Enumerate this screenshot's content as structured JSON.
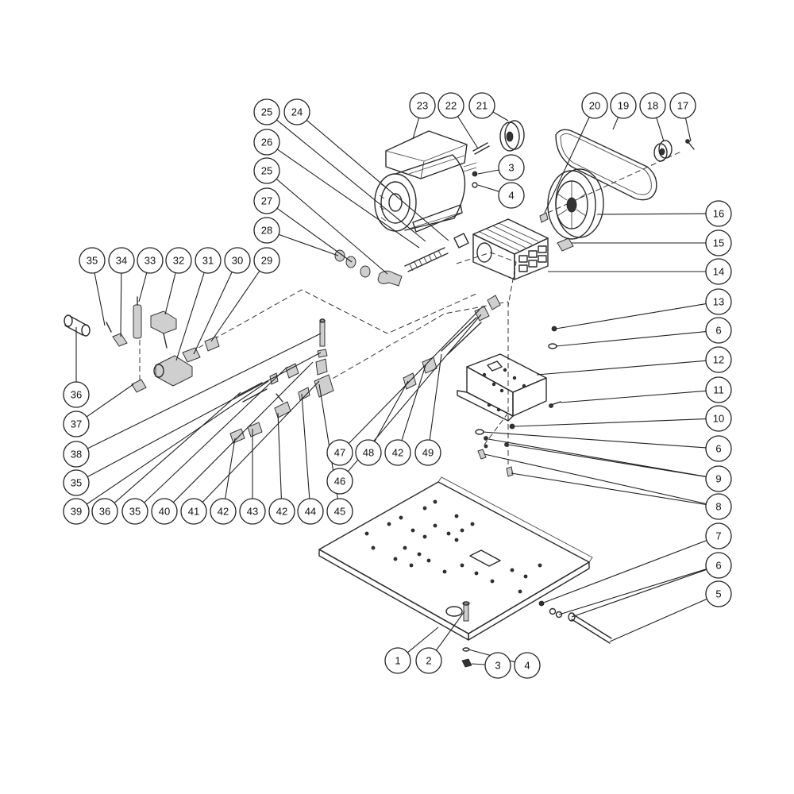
{
  "callouts": [
    {
      "label": "23"
    },
    {
      "label": "22"
    },
    {
      "label": "21"
    },
    {
      "label": "20"
    },
    {
      "label": "19"
    },
    {
      "label": "18"
    },
    {
      "label": "17"
    },
    {
      "label": "25"
    },
    {
      "label": "24"
    },
    {
      "label": "26"
    },
    {
      "label": "25"
    },
    {
      "label": "27"
    },
    {
      "label": "28"
    },
    {
      "label": "3"
    },
    {
      "label": "4"
    },
    {
      "label": "16"
    },
    {
      "label": "15"
    },
    {
      "label": "14"
    },
    {
      "label": "13"
    },
    {
      "label": "6"
    },
    {
      "label": "12"
    },
    {
      "label": "11"
    },
    {
      "label": "10"
    },
    {
      "label": "6"
    },
    {
      "label": "9"
    },
    {
      "label": "8"
    },
    {
      "label": "35"
    },
    {
      "label": "34"
    },
    {
      "label": "33"
    },
    {
      "label": "32"
    },
    {
      "label": "31"
    },
    {
      "label": "30"
    },
    {
      "label": "29"
    },
    {
      "label": "36"
    },
    {
      "label": "37"
    },
    {
      "label": "38"
    },
    {
      "label": "35"
    },
    {
      "label": "39"
    },
    {
      "label": "36"
    },
    {
      "label": "35"
    },
    {
      "label": "40"
    },
    {
      "label": "41"
    },
    {
      "label": "42"
    },
    {
      "label": "43"
    },
    {
      "label": "42"
    },
    {
      "label": "44"
    },
    {
      "label": "45"
    },
    {
      "label": "46"
    },
    {
      "label": "47"
    },
    {
      "label": "48"
    },
    {
      "label": "42"
    },
    {
      "label": "49"
    },
    {
      "label": "7"
    },
    {
      "label": "6"
    },
    {
      "label": "5"
    },
    {
      "label": "1"
    },
    {
      "label": "2"
    },
    {
      "label": "3"
    },
    {
      "label": "4"
    }
  ]
}
